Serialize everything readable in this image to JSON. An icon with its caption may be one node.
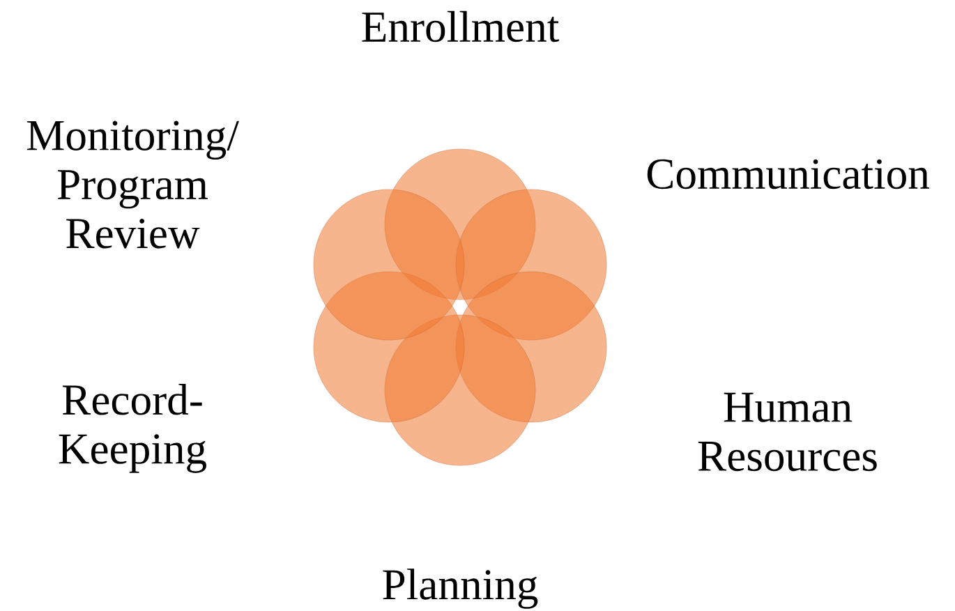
{
  "diagram": {
    "nodes": [
      {
        "text": [],
        "shape": "circle",
        "beside": [
          "Enrollment"
        ]
      },
      {
        "text": [],
        "shape": "circle",
        "beside": [
          "Communication"
        ]
      },
      {
        "text": [],
        "shape": "circle",
        "beside": [
          "Human Resources"
        ]
      },
      {
        "text": [],
        "shape": "circle",
        "beside": [
          "Planning"
        ]
      },
      {
        "text": [],
        "shape": "circle",
        "beside": [
          "Record-Keeping"
        ]
      },
      {
        "text": [],
        "shape": "circle",
        "beside": [
          "Monitoring/ Program Review"
        ]
      }
    ]
  }
}
